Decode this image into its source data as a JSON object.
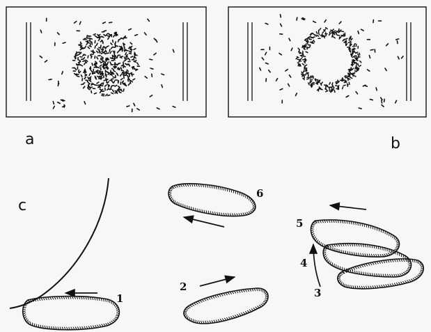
{
  "panels": [
    {
      "id": "a",
      "label": "a",
      "arrangement": "clustered"
    },
    {
      "id": "b",
      "label": "b",
      "arrangement": "ring"
    }
  ],
  "part_c": {
    "label": "c",
    "cells": [
      {
        "label": "1"
      },
      {
        "label": "2"
      },
      {
        "label": "3"
      },
      {
        "label": "4"
      },
      {
        "label": "5"
      },
      {
        "label": "6"
      }
    ]
  },
  "ink_color": "#111111",
  "paper_color": "#f7f7f7"
}
